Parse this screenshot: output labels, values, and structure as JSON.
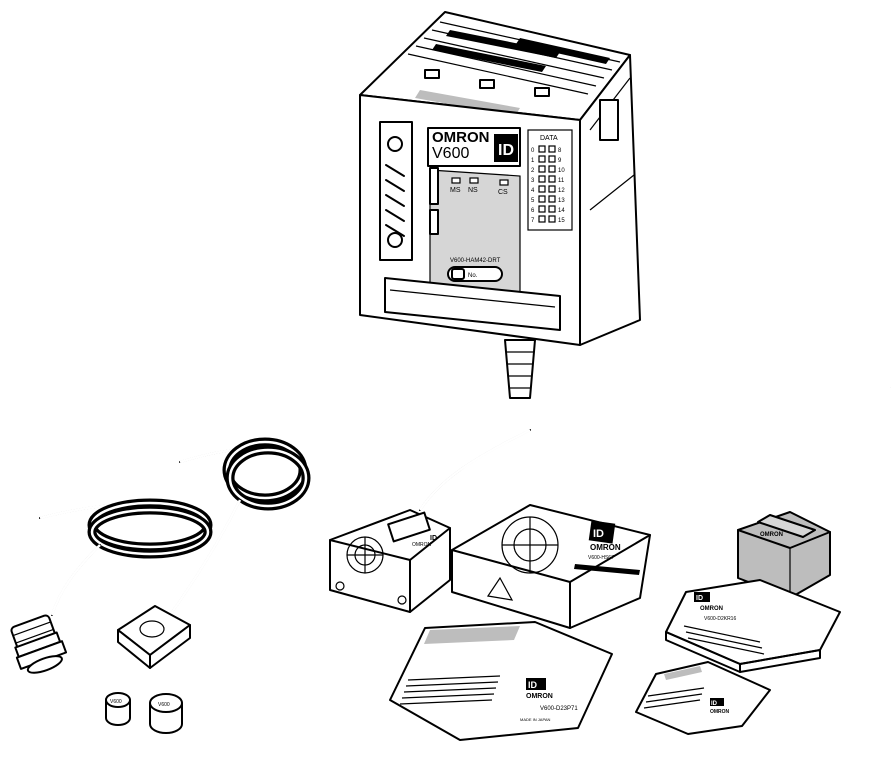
{
  "controller": {
    "brand": "OMRON",
    "model": "V600",
    "badge": "ID",
    "data_label": "DATA",
    "data_numbers_left": [
      "0",
      "1",
      "2",
      "3",
      "4",
      "5",
      "6",
      "7"
    ],
    "data_numbers_right": [
      "8",
      "9",
      "10",
      "11",
      "12",
      "13",
      "14",
      "15"
    ],
    "indicator_ms": "MS",
    "indicator_ns": "NS",
    "indicator_cs": "CS",
    "unit_name": "V600-HAM42-DRT",
    "switch_label": "No."
  },
  "reader_head_small": {
    "brand": "OMRON",
    "badge": "ID"
  },
  "reader_head_large": {
    "brand": "OMRON",
    "badge": "ID",
    "model": "V600-HS67"
  },
  "tag_black": {
    "brand": "OMRON"
  },
  "card_large": {
    "brand": "OMRON",
    "badge": "ID",
    "model": "V600-D23P71",
    "note": "MADE IN JAPAN"
  },
  "card_right": {
    "brand": "OMRON",
    "badge": "ID",
    "model": "V600-D2KR16"
  },
  "card_small": {
    "brand": "OMRON",
    "badge": "ID"
  },
  "coin_tags": [
    "V600",
    "V600"
  ]
}
